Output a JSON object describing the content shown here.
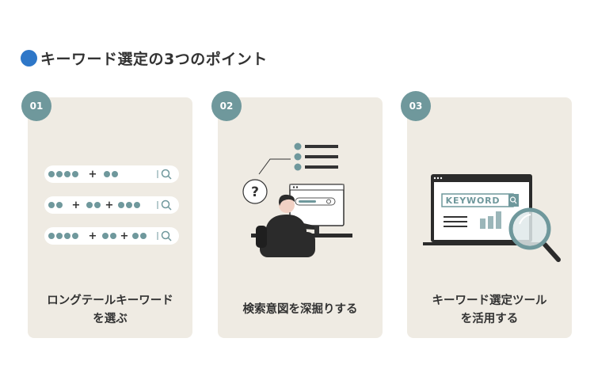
{
  "section": {
    "title": "キーワード選定の3つのポイント"
  },
  "colors": {
    "accent_blue": "#2e77c8",
    "badge_teal": "#6f989c",
    "card_bg": "#efebe3",
    "text_dark": "#333333"
  },
  "cards": [
    {
      "number": "01",
      "label_lines": [
        "ロングテールキーワード",
        "を選ぶ"
      ],
      "illustration": "search-bars",
      "search_bars": [
        {
          "dots": [
            4,
            2
          ]
        },
        {
          "dots": [
            2,
            2,
            3
          ]
        },
        {
          "dots": [
            4,
            2,
            2
          ]
        }
      ]
    },
    {
      "number": "02",
      "label_lines": [
        "検索意図を深掘りする"
      ],
      "illustration": "person-thinking",
      "question_mark": "?"
    },
    {
      "number": "03",
      "label_lines": [
        "キーワード選定ツール",
        "を活用する"
      ],
      "illustration": "keyword-tool",
      "keyword_text": "KEYWORD"
    }
  ]
}
